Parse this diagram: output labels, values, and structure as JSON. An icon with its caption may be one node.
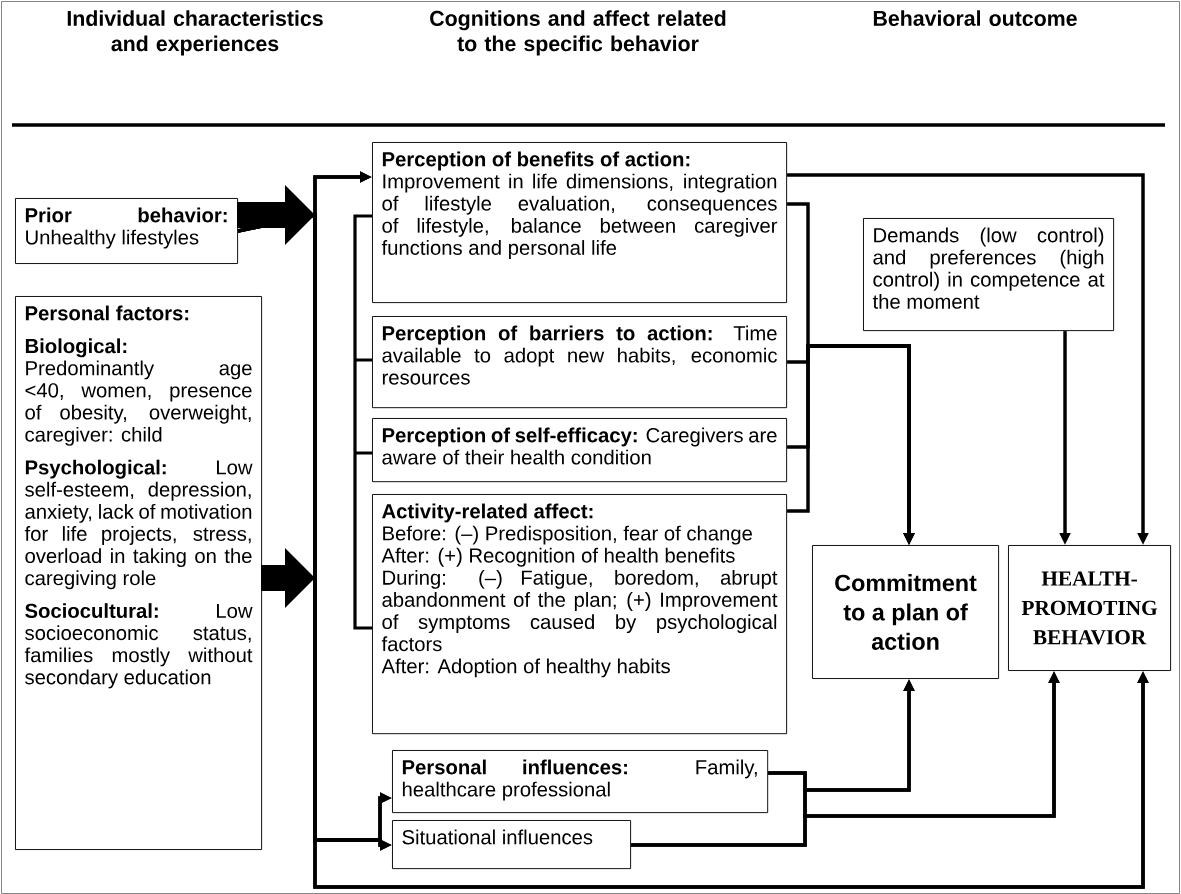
{
  "diagram": {
    "nodes": [
      {
        "text": [
          "**Prior behavior:** Unhealthy lifestyles"
        ]
      },
      {
        "text": [
          "Personal factors:",
          "**Biological:** Predominantly age <40, women, presence of obesity, overweight, caregiver: child",
          "**Psychological:** Low self-esteem, depression, anxiety, lack of motivation for life projects, stress, overload in taking on the caregiving role",
          "**Sociocultural:** Low socioeconomic status, families mostly without secondary education"
        ]
      },
      {
        "text": [
          "Perception of benefits of action:",
          "Improvement in life dimensions, integration of lifestyle evaluation, consequences of lifestyle, balance between caregiver functions and personal life"
        ]
      },
      {
        "text": [
          "**Perception of barriers to action:** Time available to adopt new habits, economic resources"
        ]
      },
      {
        "text": [
          "**Perception of self-efficacy:** Caregivers are aware of their health condition"
        ]
      },
      {
        "text": [
          "Activity-related affect:",
          "Before: (–) Predisposition, fear of change",
          "After: (+) Recognition of health benefits",
          "During: (–) Fatigue, boredom, abrupt abandonment of the plan; (+) Improvement of symptoms caused by psychological factors",
          "After: Adoption of healthy habits"
        ]
      },
      {
        "text": [
          "Demands (low control) and preferences (high control) in competence at the moment"
        ]
      },
      {
        "text": [
          "Commitment to a plan of action"
        ]
      },
      {
        "text": [
          "HEALTH-PROMOTING BEHAVIOR"
        ]
      },
      {
        "text": [
          "**Personal influences:** Family, healthcare professional"
        ]
      },
      {
        "text": [
          "Situational influences"
        ]
      }
    ],
    "edges": [
      {
        "from": 0,
        "to": 2,
        "arrow": "to"
      },
      {
        "from": 1,
        "to": 2,
        "arrow": "to"
      },
      {
        "from": 0,
        "to": 9,
        "arrow": "to"
      },
      {
        "from": 1,
        "to": 9,
        "arrow": "to"
      },
      {
        "from": 0,
        "to": 10,
        "arrow": "to"
      },
      {
        "from": 1,
        "to": 10,
        "arrow": "to"
      },
      {
        "from": 0,
        "to": 8,
        "arrow": "to"
      },
      {
        "from": 1,
        "to": 8,
        "arrow": "to"
      },
      {
        "from": 2,
        "to": 7,
        "arrow": "to"
      },
      {
        "from": 3,
        "to": 7,
        "arrow": "to"
      },
      {
        "from": 4,
        "to": 7,
        "arrow": "to"
      },
      {
        "from": 5,
        "to": 7,
        "arrow": "to"
      },
      {
        "from": 2,
        "to": 8,
        "arrow": "to"
      },
      {
        "from": 6,
        "to": 8,
        "arrow": "to"
      },
      {
        "from": 9,
        "to": 7,
        "arrow": "to"
      },
      {
        "from": 10,
        "to": 7,
        "arrow": "to"
      },
      {
        "from": 9,
        "to": 8,
        "arrow": "to"
      },
      {
        "from": 10,
        "to": 8,
        "arrow": "to"
      }
    ],
    "labels": [
      "Individual characteristics and experiences",
      "Cognitions and affect related to the specific behavior",
      "Behavioral outcome"
    ]
  }
}
